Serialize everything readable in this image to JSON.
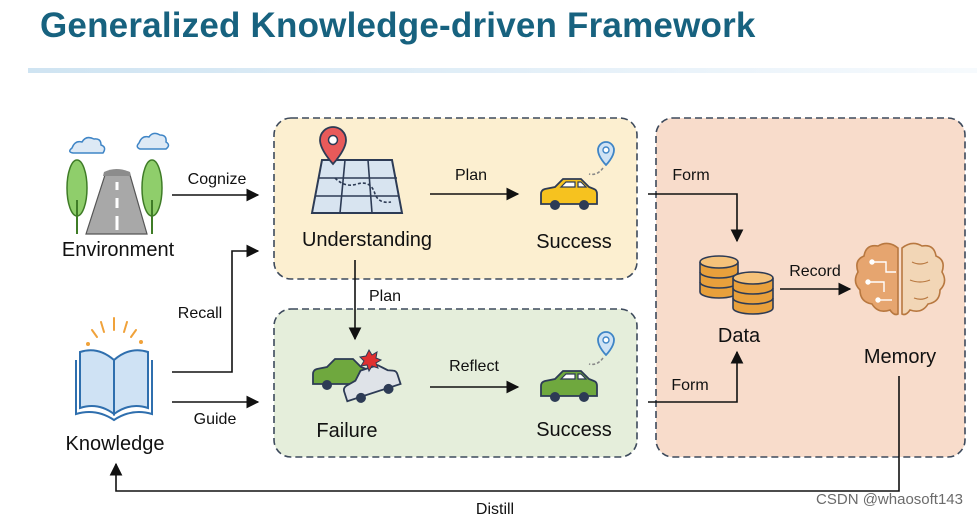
{
  "title": "Generalized Knowledge-driven Framework",
  "nodes": {
    "environment": "Environment",
    "knowledge": "Knowledge",
    "understanding": "Understanding",
    "success_top": "Success",
    "failure": "Failure",
    "success_bottom": "Success",
    "data": "Data",
    "memory": "Memory"
  },
  "edges": {
    "cognize": "Cognize",
    "recall": "Recall",
    "guide": "Guide",
    "plan_top": "Plan",
    "plan_down": "Plan",
    "reflect": "Reflect",
    "form_top": "Form",
    "form_bottom": "Form",
    "record": "Record",
    "distill": "Distill"
  },
  "colors": {
    "title": "#17627f",
    "understanding_box": "#fcefd0",
    "failure_box": "#e5eedb",
    "memory_box": "#f8dccb",
    "box_border": "#3d4a5c",
    "car_yellow": "#f6c21f",
    "car_green": "#6fa83e",
    "pin_red": "#e85a5a",
    "pin_blue": "#3f85c6",
    "data_orange": "#e8a03c",
    "brain_orange": "#e6a56f"
  },
  "watermark": "CSDN @whaosoft143"
}
